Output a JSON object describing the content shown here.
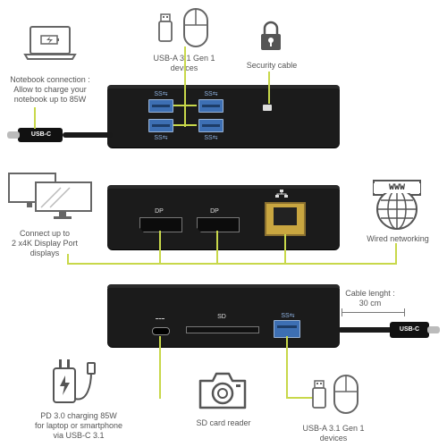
{
  "panel1": {
    "notebook_text": "Notebook connection : Allow to  charge your notebook up to 85W",
    "notebook_lines": [
      "Notebook connection :",
      "Allow to  charge your",
      "notebook up to 85W"
    ],
    "usb_devices_lines": [
      "USB-A 3.1 Gen 1",
      "devices"
    ],
    "security_label": "Security cable",
    "usbc_label": "USB-C",
    "ss_labels": [
      "SS⇆",
      "SS⇆",
      "SS⇆",
      "SS⇆"
    ]
  },
  "panel2": {
    "display_lines": [
      "Connect up to",
      "2 x4K Display Port",
      "displays"
    ],
    "dp_labels": [
      "DP",
      "DP"
    ],
    "wired_label": "Wired networking",
    "www_label": "WWW"
  },
  "panel3": {
    "cable_lines": [
      "Cable lenght :",
      "30 cm"
    ],
    "sd_label": "SD",
    "usbc_label": "USB-C",
    "ss_label": "SS⇆",
    "pd_lines": [
      "PD 3.0 charging 85W",
      "for laptop or smartphone",
      "via USB-C 3.1"
    ],
    "sd_reader_label": "SD card reader",
    "usb_devices_lines": [
      "USB-A 3.1 Gen 1",
      "devices"
    ]
  },
  "colors": {
    "accent_line": "#c8d84a",
    "dock_body": "#1b1b1b",
    "usb_port": "#3d6fb3",
    "text": "#555555"
  },
  "icons": [
    "laptop-charging-icon",
    "usb-stick-icon",
    "mouse-icon",
    "padlock-icon",
    "dual-monitor-icon",
    "globe-www-icon",
    "charger-plug-icon",
    "camera-icon"
  ]
}
